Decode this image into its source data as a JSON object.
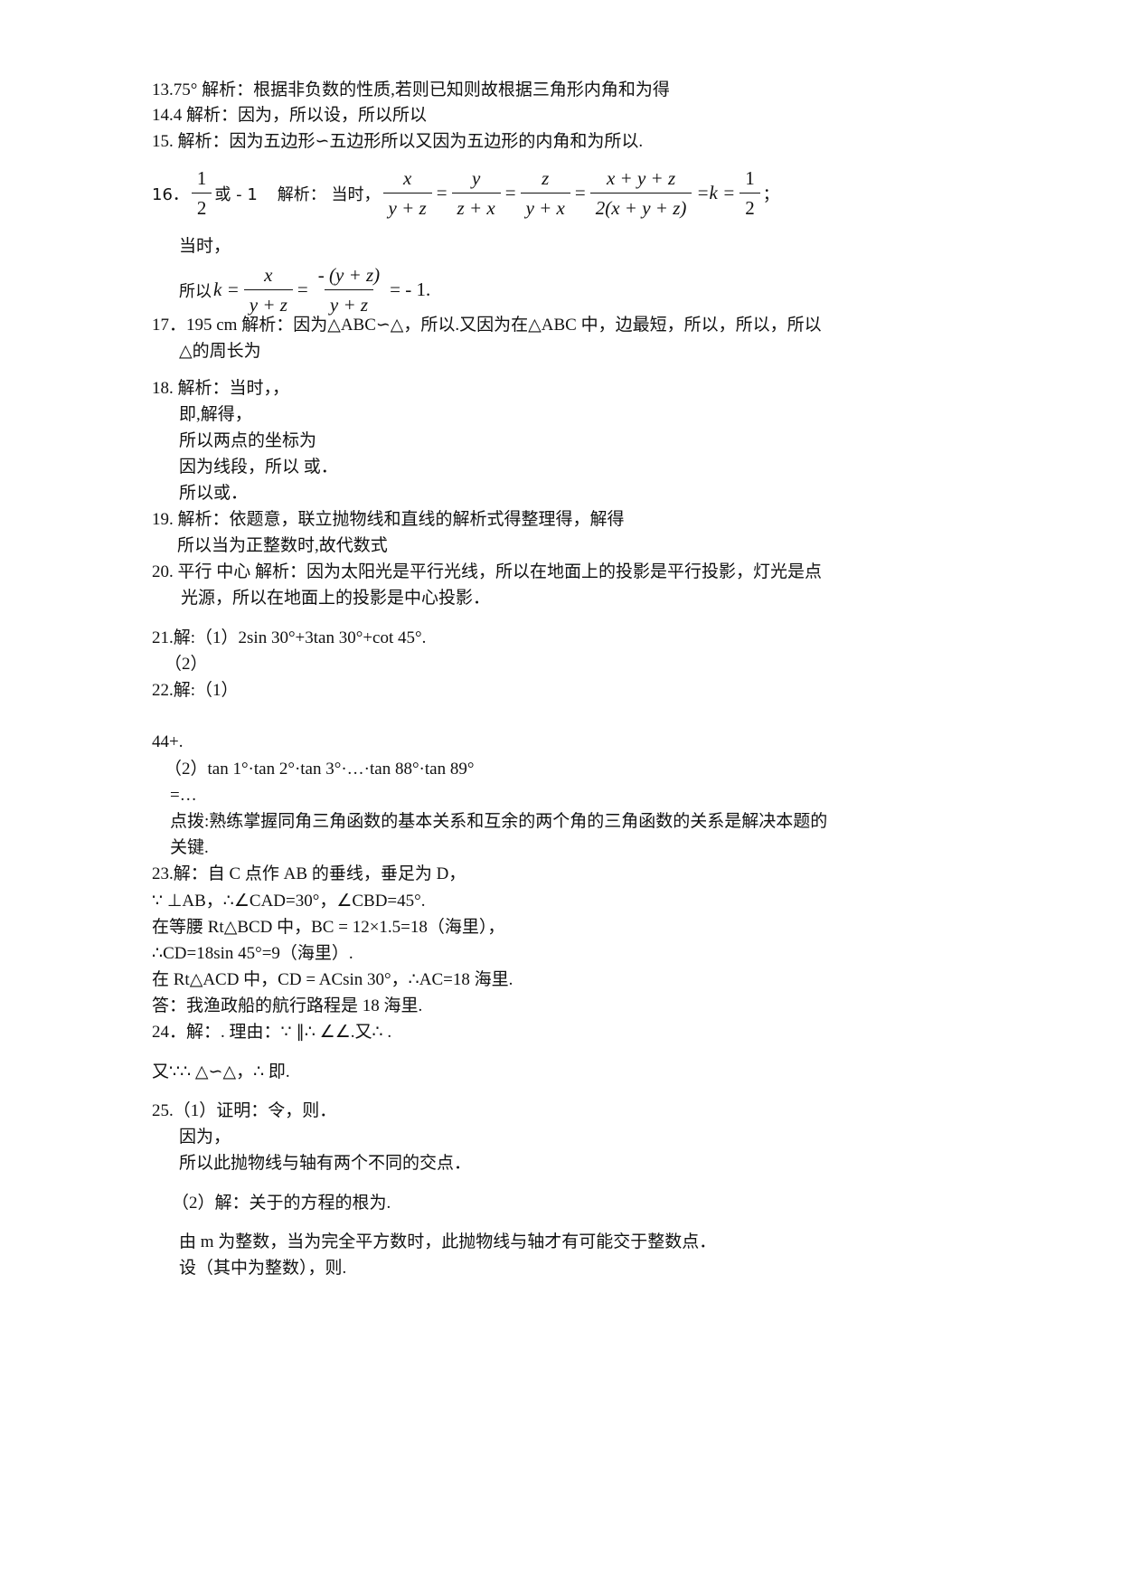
{
  "lines": [
    "13.75°  解析：根据非负数的性质,若则已知则故根据三角形内角和为得",
    "14.4  解析：因为，所以设，所以所以",
    "15.   解析：因为五边形∽五边形所以又因为五边形的内角和为所以.",
    "当时，",
    "17．195 cm   解析：因为△ABC∽△，所以.又因为在△ABC 中，边最短，所以，所以，所以",
    "△的周长为",
    "18.  解析：当时，，",
    "即,解得，",
    "所以两点的坐标为",
    "因为线段，所以 或．",
    "所以或．",
    "19.  解析：依题意，联立抛物线和直线的解析式得整理得，解得",
    "所以当为正整数时,故代数式",
    "20. 平行  中心  解析：因为太阳光是平行光线，所以在地面上的投影是平行投影，灯光是点",
    "光源，所以在地面上的投影是中心投影．",
    "21.解:（1）2sin 30°+3tan 30°+cot 45°.",
    "（2）",
    "22.解:（1）",
    "44+.",
    "（2）tan 1°·tan 2°·tan 3°·…·tan 88°·tan 89°",
    "=…",
    "点拨:熟练掌握同角三角函数的基本关系和互余的两个角的三角函数的关系是解决本题的",
    "关键.",
    "23.解：自 C 点作 AB 的垂线，垂足为 D，",
    "∵ ⊥AB，∴∠CAD=30°，∠CBD=45°.",
    "在等腰 Rt△BCD 中，BC = 12×1.5=18（海里），",
    "∴CD=18sin 45°=9（海里）.",
    "在 Rt△ACD 中，CD = ACsin 30°，∴AC=18 海里.",
    "答：我渔政船的航行路程是 18 海里.",
    "24．解：. 理由：∵ ∥∴ ∠∠.又∴ .",
    "又∵∴ △∽△，∴ 即.",
    "25.（1）证明：令，则．",
    "因为，",
    "所以此抛物线与轴有两个不同的交点．",
    "（2）解：关于的方程的根为.",
    "由 m 为整数，当为完全平方数时，此抛物线与轴才有可能交于整数点．",
    "设（其中为整数），则."
  ],
  "q16": {
    "label": "16．",
    "answer_num": "1",
    "answer_den": "2",
    "answer_tail": "或 - 1",
    "intro": "解析： 当时，",
    "fracs": [
      {
        "num": "x",
        "den": "y + z"
      },
      {
        "num": "y",
        "den": "z + x"
      },
      {
        "num": "z",
        "den": "y + x"
      },
      {
        "num": "x + y + z",
        "den": "2(x + y + z)"
      }
    ],
    "eq": "=",
    "k_eq": "=k =",
    "k_num": "1",
    "k_den": "2",
    "end": "；"
  },
  "k_line": {
    "intro": "所以",
    "k": "k =",
    "f1_num": "x",
    "f1_den": "y + z",
    "eq": "=",
    "f2_num": "- (y + z)",
    "f2_den": "y + z",
    "tail": "= - 1."
  }
}
